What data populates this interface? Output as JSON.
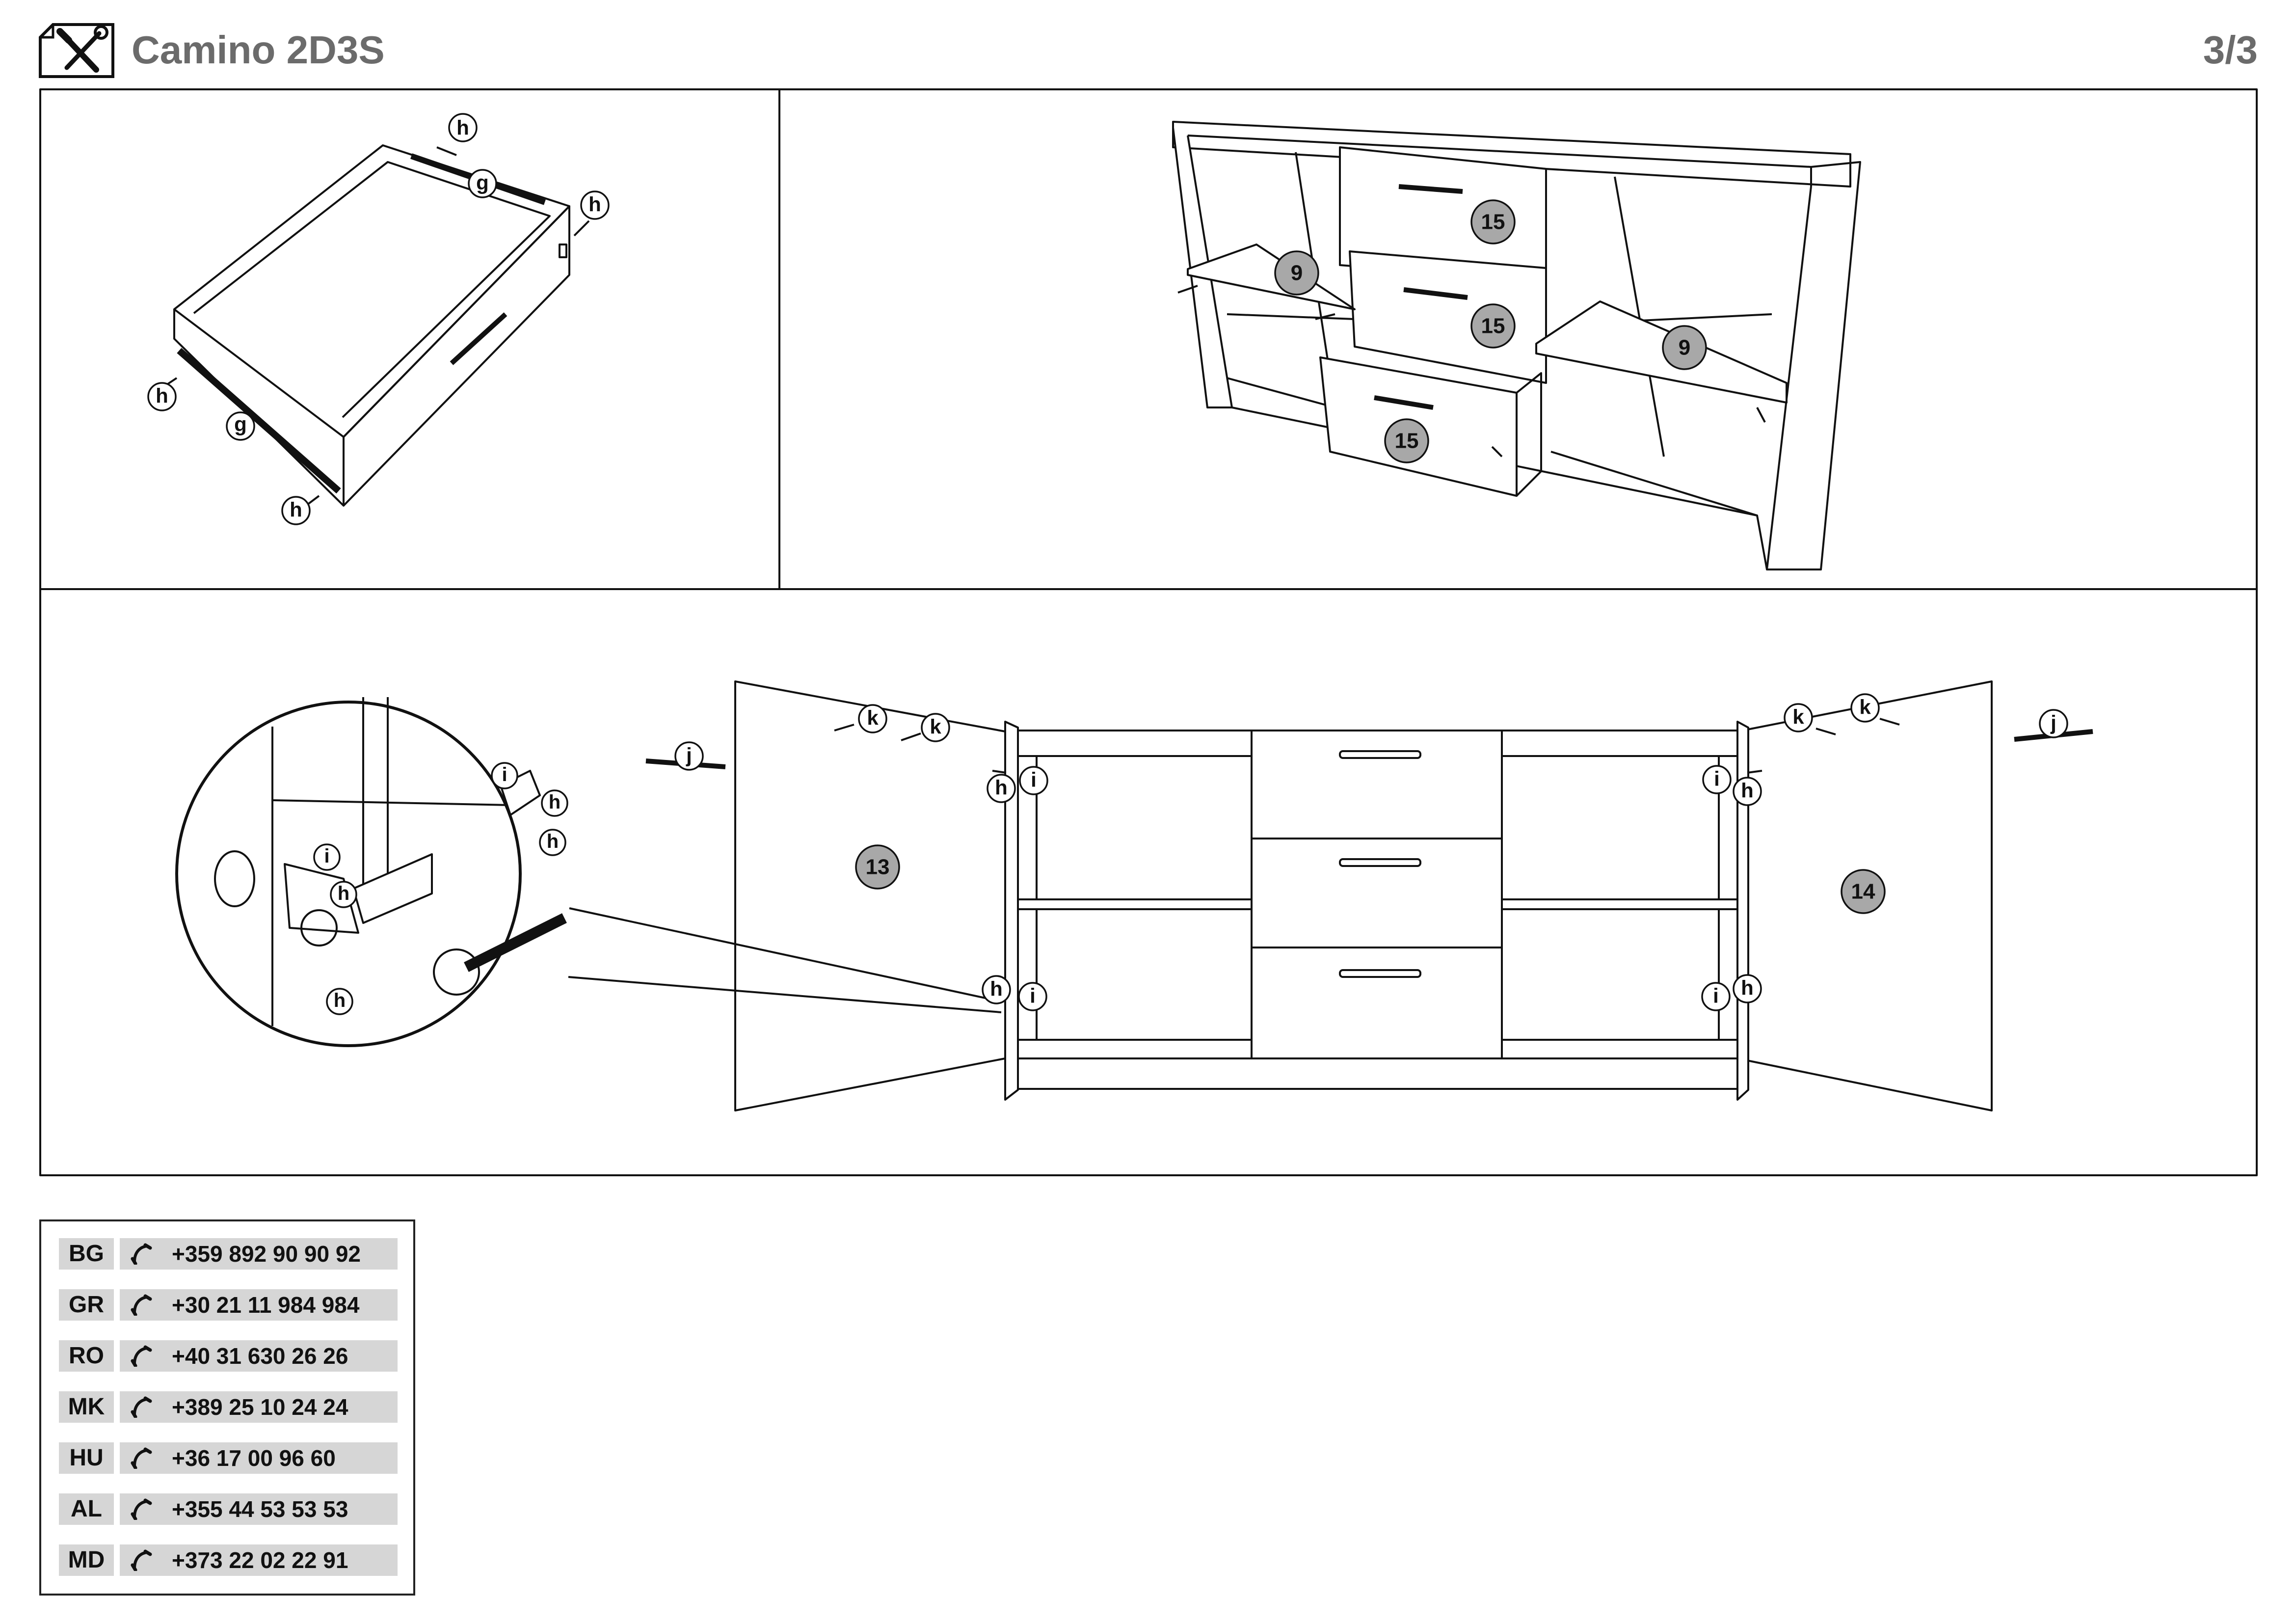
{
  "header": {
    "title": "Camino 2D3S",
    "page": "3/3",
    "icon": "tools-icon"
  },
  "labels": {
    "h": "h",
    "g": "g",
    "i": "i",
    "j": "j",
    "k": "k",
    "p9": "9",
    "p13": "13",
    "p14": "14",
    "p15": "15"
  },
  "colors": {
    "part_badge": "#a8a8a8",
    "contact_bg": "#d6d6d6",
    "title": "#6b6b6b"
  },
  "contacts": [
    {
      "code": "BG",
      "phone": "+359 892 90 90 92"
    },
    {
      "code": "GR",
      "phone": "+30 21 11 984 984"
    },
    {
      "code": "RO",
      "phone": "+40 31 630 26 26"
    },
    {
      "code": "MK",
      "phone": "+389 25 10 24 24"
    },
    {
      "code": "HU",
      "phone": "+36 17 00 96 60"
    },
    {
      "code": "AL",
      "phone": "+355 44 53 53 53"
    },
    {
      "code": "MD",
      "phone": "+373 22 02 22 91"
    }
  ]
}
